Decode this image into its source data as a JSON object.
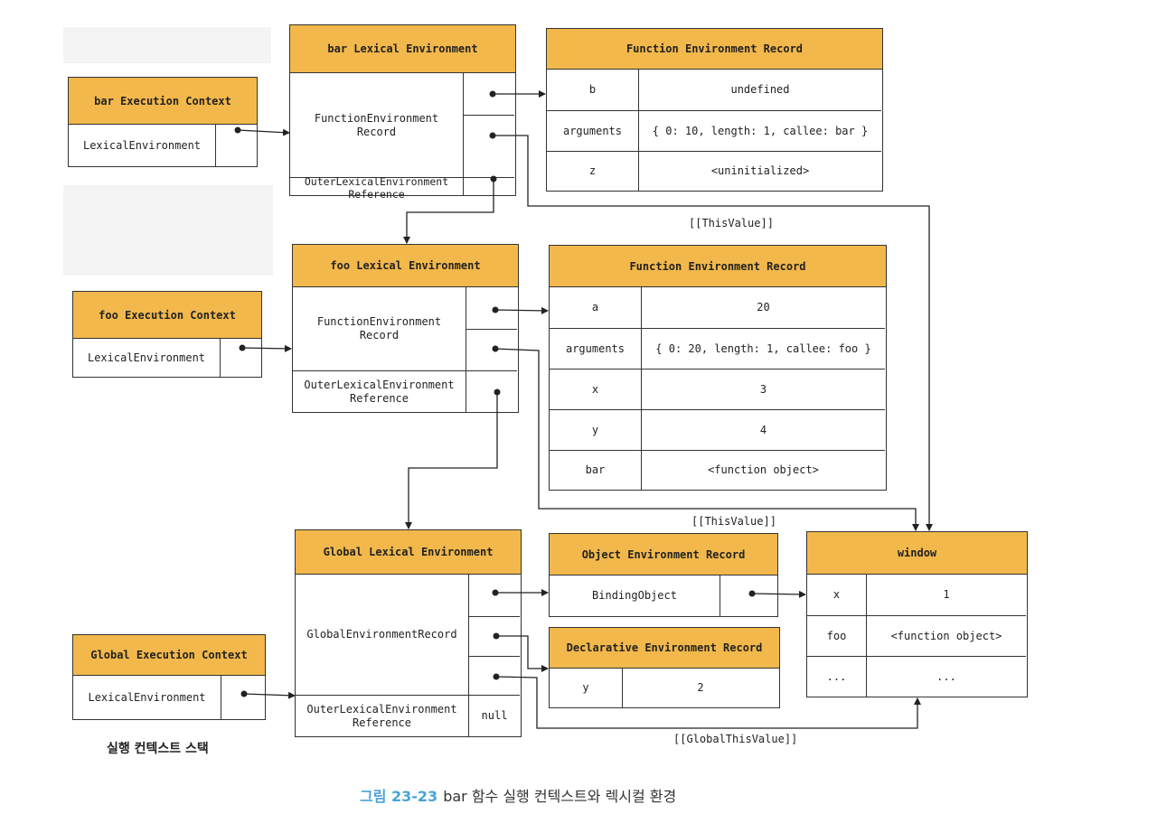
{
  "bar_ec": {
    "title": "bar Execution Context",
    "field": "LexicalEnvironment"
  },
  "foo_ec": {
    "title": "foo Execution Context",
    "field": "LexicalEnvironment"
  },
  "global_ec": {
    "title": "Global Execution Context",
    "field": "LexicalEnvironment"
  },
  "bar_le": {
    "title": "bar Lexical Environment",
    "record": "FunctionEnvironment\nRecord",
    "outer": "OuterLexicalEnvironment\nReference"
  },
  "foo_le": {
    "title": "foo Lexical Environment",
    "record": "FunctionEnvironment\nRecord",
    "outer": "OuterLexicalEnvironment\nReference"
  },
  "global_le": {
    "title": "Global Lexical Environment",
    "record": "GlobalEnvironmentRecord",
    "outer": "OuterLexicalEnvironment\nReference",
    "outer_value": "null"
  },
  "bar_fer": {
    "title": "Function Environment Record",
    "rows": [
      {
        "key": "b",
        "value": "undefined"
      },
      {
        "key": "arguments",
        "value": "{ 0: 10, length: 1, callee: bar }"
      },
      {
        "key": "z",
        "value": "<uninitialized>"
      }
    ]
  },
  "foo_fer": {
    "title": "Function Environment Record",
    "rows": [
      {
        "key": "a",
        "value": "20"
      },
      {
        "key": "arguments",
        "value": "{ 0: 20, length: 1, callee: foo }"
      },
      {
        "key": "x",
        "value": "3"
      },
      {
        "key": "y",
        "value": "4"
      },
      {
        "key": "bar",
        "value": "<function object>"
      }
    ]
  },
  "oer": {
    "title": "Object Environment Record",
    "field": "BindingObject"
  },
  "der": {
    "title": "Declarative Environment Record",
    "key": "y",
    "value": "2"
  },
  "window": {
    "title": "window",
    "rows": [
      {
        "key": "x",
        "value": "1"
      },
      {
        "key": "foo",
        "value": "<function object>"
      },
      {
        "key": "...",
        "value": "..."
      }
    ]
  },
  "labels": {
    "this_bar": "[[ThisValue]]",
    "this_foo": "[[ThisValue]]",
    "global_this": "[[GlobalThisValue]]"
  },
  "stack_caption": "실행 컨텍스트 스택",
  "figure_number": "그림 23-23",
  "figure_caption": "bar 함수 실행 컨텍스트와 렉시컬 환경",
  "colors": {
    "header": "#f2b84b",
    "figure_number": "#4aa3d8"
  }
}
